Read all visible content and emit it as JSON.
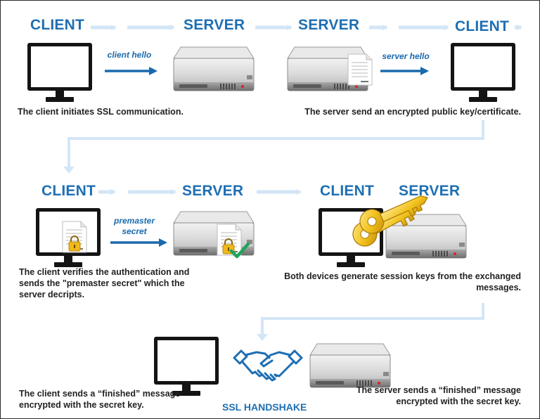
{
  "row1": {
    "heading_client_left": "CLIENT",
    "heading_server_1": "SERVER",
    "heading_server_2": "SERVER",
    "heading_client_right": "CLIENT",
    "arrow_label_client_hello": "client hello",
    "arrow_label_server_hello": "server hello",
    "caption_left": "The client initiates SSL communication.",
    "caption_right": "The server send an encrypted public key/certificate."
  },
  "row2": {
    "heading_client_left": "CLIENT",
    "heading_server": "SERVER",
    "heading_client_right": "CLIENT",
    "heading_server_right": "SERVER",
    "arrow_label_premaster": "premaster secret",
    "caption_left": "The client verifies the authentication and sends the \"premaster secret\" which the server decripts.",
    "caption_right": "Both devices generate session keys from the exchanged messages."
  },
  "row3": {
    "caption_left": "The client sends a “finished” message encrypted with the secret key.",
    "caption_right": "The server sends a “finished” message encrypted with the secret key.",
    "title": "SSL HANDSHAKE"
  },
  "colors": {
    "heading_blue": "#1e6fb3",
    "arrow_blue": "#1a6aac",
    "pale_arrow": "#d2e6f6",
    "key_gold": "#f2c21e",
    "check_green": "#1fa45a"
  },
  "icons": [
    "monitor-icon",
    "server-icon",
    "certificate-icon",
    "padlock-icon",
    "checkmark-icon",
    "key-icon",
    "handshake-icon"
  ]
}
